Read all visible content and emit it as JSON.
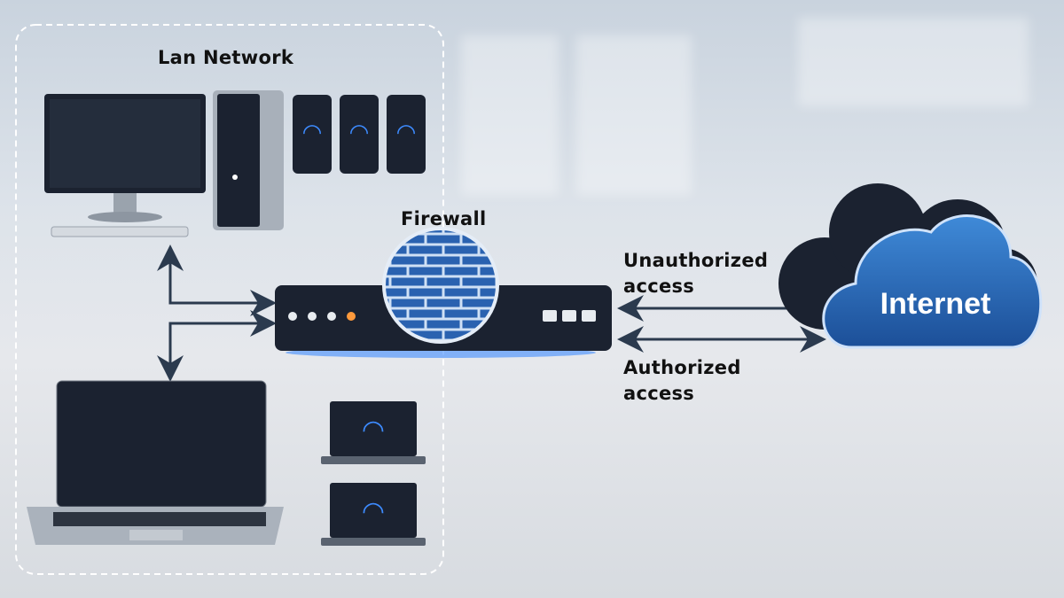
{
  "labels": {
    "lan_network": "Lan Network",
    "firewall": "Firewall",
    "unauthorized_line1": "Unauthorized",
    "unauthorized_line2": "access",
    "authorized_line1": "Authorized",
    "authorized_line2": "access",
    "internet": "Internet"
  },
  "colors": {
    "arrow": "#2b3a4e",
    "cloud_blue": "#2a6fc0",
    "device_dark": "#1b2230",
    "accent_glow": "#3d8bff"
  }
}
